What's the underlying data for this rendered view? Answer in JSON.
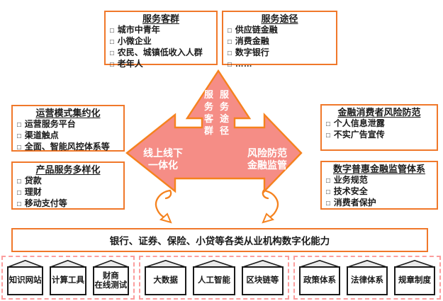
{
  "glyphs": {
    "bullet": "□"
  },
  "colors": {
    "box_border": "#F0782A",
    "arrow_fill": "#F58D86",
    "arrow_outline": "#F5821E",
    "arrow_text": "#FFFFFF",
    "dashed_border": "#FB9D9D",
    "roof_fill": "#EAEAEA",
    "text": "#1A1A1A"
  },
  "top_boxes": [
    {
      "title": "服务客群",
      "items": [
        "城市中青年",
        "小微企业",
        "农民、城镇低收入人群",
        "老年人"
      ]
    },
    {
      "title": "服务途径",
      "items": [
        "供应链金融",
        "消费金融",
        "数字银行",
        "……"
      ]
    }
  ],
  "left_boxes": [
    {
      "title": "运营模式集约化",
      "items": [
        "运营服务平台",
        "渠道触点",
        "全面、智能风控体系等"
      ]
    },
    {
      "title": "产品服务多样化",
      "items": [
        "贷款",
        "理财",
        "移动支付等"
      ]
    }
  ],
  "right_boxes": [
    {
      "title": "金融消费者风险防范",
      "items": [
        "个人信息泄露",
        "不实广告宣传"
      ]
    },
    {
      "title": "数字普惠金融监管体系",
      "items": [
        "业务规范",
        "技术安全",
        "消费者保护"
      ]
    }
  ],
  "center_arrow": {
    "up_label_left": "服务客群",
    "up_label_right": "服务途径",
    "left_label": "线上线下\n一体化",
    "right_label": "风险防范\n金融监管"
  },
  "capability_bar": {
    "label": "银行、证券、保险、小贷等各类从业机构数字化能力"
  },
  "bottom_groups": [
    {
      "houses": [
        "知识网站",
        "计算工具",
        "财商\n在线测试"
      ]
    },
    {
      "houses": [
        "大数据",
        "人工智能",
        "区块链等"
      ]
    },
    {
      "houses": [
        "政策体系",
        "法律体系",
        "规章制度"
      ]
    }
  ]
}
